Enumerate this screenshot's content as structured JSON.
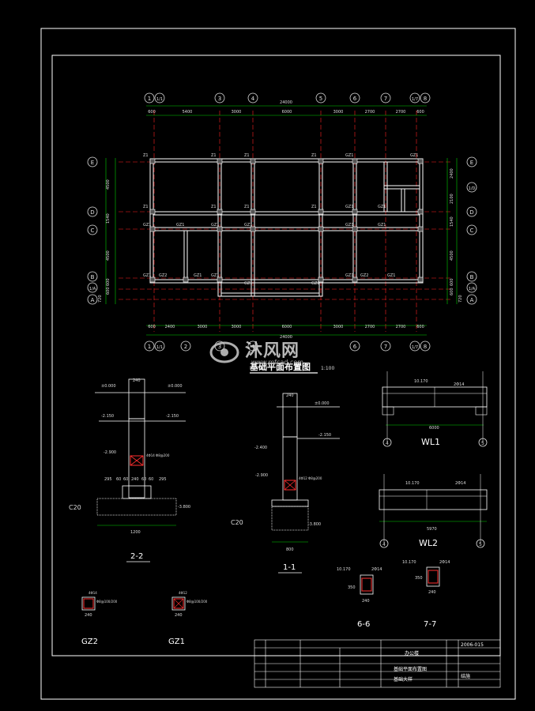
{
  "plan": {
    "title": "基础平面布置图",
    "scale": "1:100",
    "top_axes": [
      "1",
      "1/1",
      "3",
      "4",
      "5",
      "6",
      "7",
      "1/7",
      "8"
    ],
    "top_total": "24000",
    "top_dims": [
      "600",
      "5400",
      "3000",
      "6000",
      "3000",
      "2700",
      "2700",
      "600"
    ],
    "bottom_axes": [
      "1",
      "1/1",
      "2",
      "3",
      "4",
      "6",
      "7",
      "1/7",
      "8"
    ],
    "bottom_total": "24000",
    "bottom_dims": [
      "600",
      "2400",
      "3000",
      "3000",
      "6000",
      "3000",
      "2700",
      "2700",
      "600"
    ],
    "left_axes": [
      "E",
      "D",
      "C",
      "B",
      "1/A",
      "A"
    ],
    "left_dims": [
      "4500",
      "1540",
      "4500",
      "600",
      "600",
      "720"
    ],
    "right_axes": [
      "E",
      "1/D",
      "D",
      "C",
      "B",
      "1/A",
      "A"
    ],
    "right_dims": [
      "2400",
      "2100",
      "1540",
      "4500",
      "600",
      "600",
      "720"
    ],
    "labels": [
      "Z1",
      "GZ1",
      "GZ2"
    ]
  },
  "sections": {
    "s22": {
      "title": "2-2",
      "concrete": "C20",
      "top": "±0.000",
      "l1": "-2.150",
      "l2": "-2.900",
      "bottom": "-3.800",
      "width": "1200",
      "dims": [
        "295",
        "60",
        "60",
        "240",
        "60",
        "60",
        "295"
      ],
      "wall": "240",
      "note": "4Φ14 Φ8@200"
    },
    "s11": {
      "title": "1-1",
      "concrete": "C20",
      "top": "±0.000",
      "l1": "-2.150",
      "l2": "-2.400",
      "l3": "-2.900",
      "bottom": "-3.800",
      "width": "800",
      "wall": "240",
      "note": "4Φ12 Φ8@200"
    }
  },
  "beams": {
    "wl1": {
      "title": "WL1",
      "span": "6000",
      "level": "10.170",
      "rebar": "2Φ14",
      "ax_left": "4",
      "ax_right": "5"
    },
    "wl2": {
      "title": "WL2",
      "span": "5970",
      "level": "10.170",
      "rebar": "2Φ14",
      "ax_left": "4",
      "ax_right": "5"
    }
  },
  "details": {
    "s66": {
      "title": "6-6",
      "level": "10.170",
      "rebar": "2Φ14",
      "size": "240",
      "h": "350"
    },
    "s77": {
      "title": "7-7",
      "level": "10.170",
      "rebar": "2Φ14",
      "size": "240",
      "h": "350"
    },
    "gz2": {
      "title": "GZ2",
      "rebar": "4Φ14",
      "stir": "Φ8@100/200",
      "size": "240"
    },
    "gz1": {
      "title": "GZ1",
      "rebar": "4Φ12",
      "stir": "Φ8@100/200",
      "size": "240"
    }
  },
  "titleblock": {
    "project": "办公楼",
    "drawing1": "基础平面布置图",
    "drawing2": "基础大样",
    "code": "2006-015",
    "sheet": "结施"
  },
  "watermark": {
    "brand": "沐风网",
    "url": "www.mfcad.com"
  },
  "colors": {
    "bg": "#000000",
    "frame": "#ffffff",
    "wall": "#ffffff",
    "axis": "#ff2020",
    "dim": "#00d000",
    "bubble": "#e0e0e0",
    "text": "#e8e8e8",
    "hatch": "#ff3030"
  }
}
